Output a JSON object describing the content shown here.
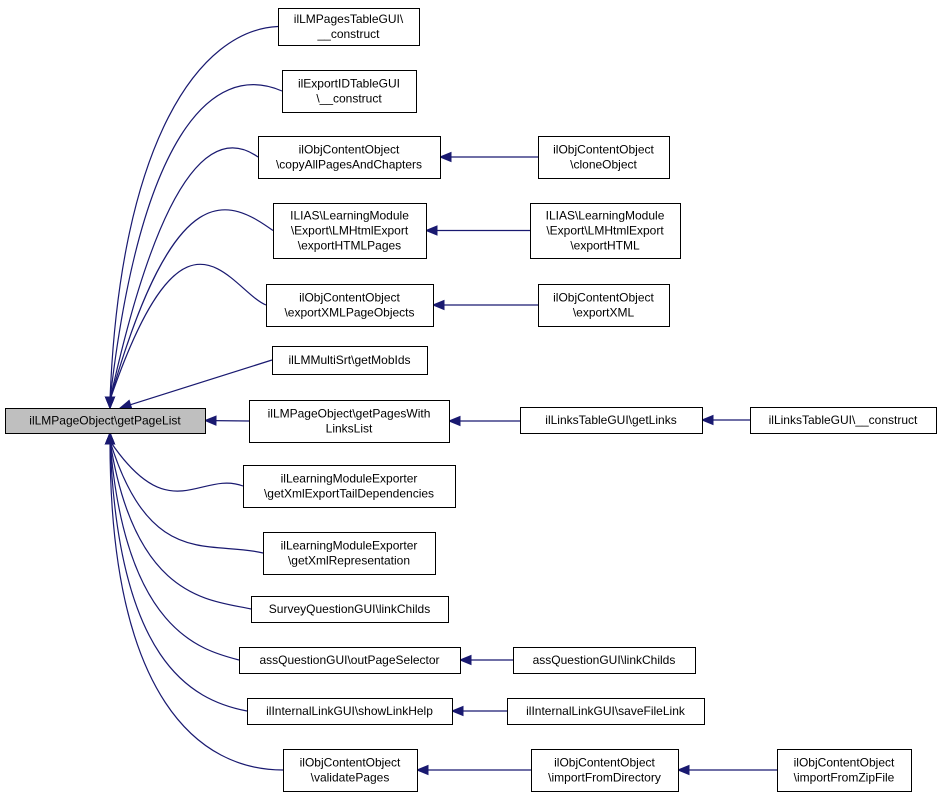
{
  "graph": {
    "nodes": [
      {
        "id": "root",
        "lines": [
          "ilLMPageObject\\getPageList"
        ],
        "root": true
      },
      {
        "id": "n1",
        "lines": [
          "ilLMPagesTableGUI\\",
          "__construct"
        ]
      },
      {
        "id": "n2",
        "lines": [
          "ilExportIDTableGUI",
          "\\__construct"
        ]
      },
      {
        "id": "n3",
        "lines": [
          "ilObjContentObject",
          "\\copyAllPagesAndChapters"
        ]
      },
      {
        "id": "n4",
        "lines": [
          "ILIAS\\LearningModule",
          "\\Export\\LMHtmlExport",
          "\\exportHTMLPages"
        ]
      },
      {
        "id": "n5",
        "lines": [
          "ilObjContentObject",
          "\\exportXMLPageObjects"
        ]
      },
      {
        "id": "n6",
        "lines": [
          "ilLMMultiSrt\\getMobIds"
        ]
      },
      {
        "id": "n7",
        "lines": [
          "ilLMPageObject\\getPagesWith",
          "LinksList"
        ]
      },
      {
        "id": "n8",
        "lines": [
          "ilLearningModuleExporter",
          "\\getXmlExportTailDependencies"
        ]
      },
      {
        "id": "n9",
        "lines": [
          "ilLearningModuleExporter",
          "\\getXmlRepresentation"
        ]
      },
      {
        "id": "n10",
        "lines": [
          "SurveyQuestionGUI\\linkChilds"
        ]
      },
      {
        "id": "n11",
        "lines": [
          "assQuestionGUI\\outPageSelector"
        ]
      },
      {
        "id": "n12",
        "lines": [
          "ilInternalLinkGUI\\showLinkHelp"
        ]
      },
      {
        "id": "n13",
        "lines": [
          "ilObjContentObject",
          "\\validatePages"
        ]
      },
      {
        "id": "m3",
        "lines": [
          "ilObjContentObject",
          "\\cloneObject"
        ]
      },
      {
        "id": "m4",
        "lines": [
          "ILIAS\\LearningModule",
          "\\Export\\LMHtmlExport",
          "\\exportHTML"
        ]
      },
      {
        "id": "m5",
        "lines": [
          "ilObjContentObject",
          "\\exportXML"
        ]
      },
      {
        "id": "m7",
        "lines": [
          "ilLinksTableGUI\\getLinks"
        ]
      },
      {
        "id": "k7",
        "lines": [
          "ilLinksTableGUI\\__construct"
        ]
      },
      {
        "id": "m11",
        "lines": [
          "assQuestionGUI\\linkChilds"
        ]
      },
      {
        "id": "m12",
        "lines": [
          "ilInternalLinkGUI\\saveFileLink"
        ]
      },
      {
        "id": "m13",
        "lines": [
          "ilObjContentObject",
          "\\importFromDirectory"
        ]
      },
      {
        "id": "k13",
        "lines": [
          "ilObjContentObject",
          "\\importFromZipFile"
        ]
      }
    ],
    "edges": [
      {
        "from": "n1",
        "to": "root"
      },
      {
        "from": "n2",
        "to": "root"
      },
      {
        "from": "n3",
        "to": "root"
      },
      {
        "from": "n4",
        "to": "root"
      },
      {
        "from": "n5",
        "to": "root"
      },
      {
        "from": "n6",
        "to": "root"
      },
      {
        "from": "n7",
        "to": "root"
      },
      {
        "from": "n8",
        "to": "root"
      },
      {
        "from": "n9",
        "to": "root"
      },
      {
        "from": "n10",
        "to": "root"
      },
      {
        "from": "n11",
        "to": "root"
      },
      {
        "from": "n12",
        "to": "root"
      },
      {
        "from": "n13",
        "to": "root"
      },
      {
        "from": "m3",
        "to": "n3"
      },
      {
        "from": "m4",
        "to": "n4"
      },
      {
        "from": "m5",
        "to": "n5"
      },
      {
        "from": "m7",
        "to": "n7"
      },
      {
        "from": "k7",
        "to": "m7"
      },
      {
        "from": "m11",
        "to": "n11"
      },
      {
        "from": "m12",
        "to": "n12"
      },
      {
        "from": "m13",
        "to": "n13"
      },
      {
        "from": "k13",
        "to": "m13"
      }
    ]
  },
  "colors": {
    "edge": "#191970",
    "root_fill": "#bfbfbf",
    "node_fill": "#ffffff",
    "border": "#000000"
  }
}
